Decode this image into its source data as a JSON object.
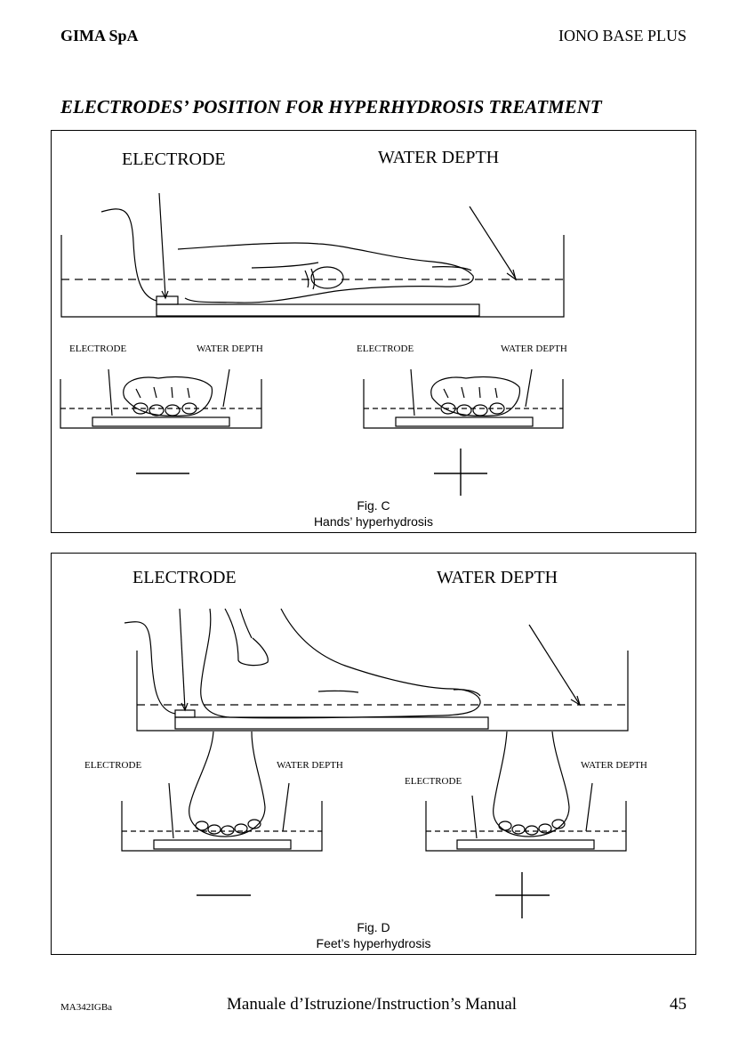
{
  "header": {
    "company": "GIMA SpA",
    "product": "IONO BASE PLUS"
  },
  "section_title": "ELECTRODES’ POSITION FOR HYPERHYDROSIS TREATMENT",
  "fig_c": {
    "label_electrode": "ELECTRODE",
    "label_water_depth": "WATER DEPTH",
    "left_small_electrode": "ELECTRODE",
    "left_small_water": "WATER DEPTH",
    "right_small_electrode": "ELECTRODE",
    "right_small_water": "WATER DEPTH",
    "left_sign": "minus",
    "right_sign": "plus",
    "fig_label": "Fig. C",
    "caption": "Hands’ hyperhydrosis"
  },
  "fig_d": {
    "label_electrode": "ELECTRODE",
    "label_water_depth": "WATER DEPTH",
    "left_small_electrode": "ELECTRODE",
    "left_small_water": "WATER DEPTH",
    "right_small_electrode": "ELECTRODE",
    "right_small_water": "WATER DEPTH",
    "left_sign": "minus",
    "right_sign": "plus",
    "fig_label": "Fig. D",
    "caption": "Feet’s hyperhydrosis"
  },
  "footer": {
    "code": "MA342IGBa",
    "manual": "Manuale d’Istruzione/Instruction’s Manual",
    "page_number": "45"
  }
}
